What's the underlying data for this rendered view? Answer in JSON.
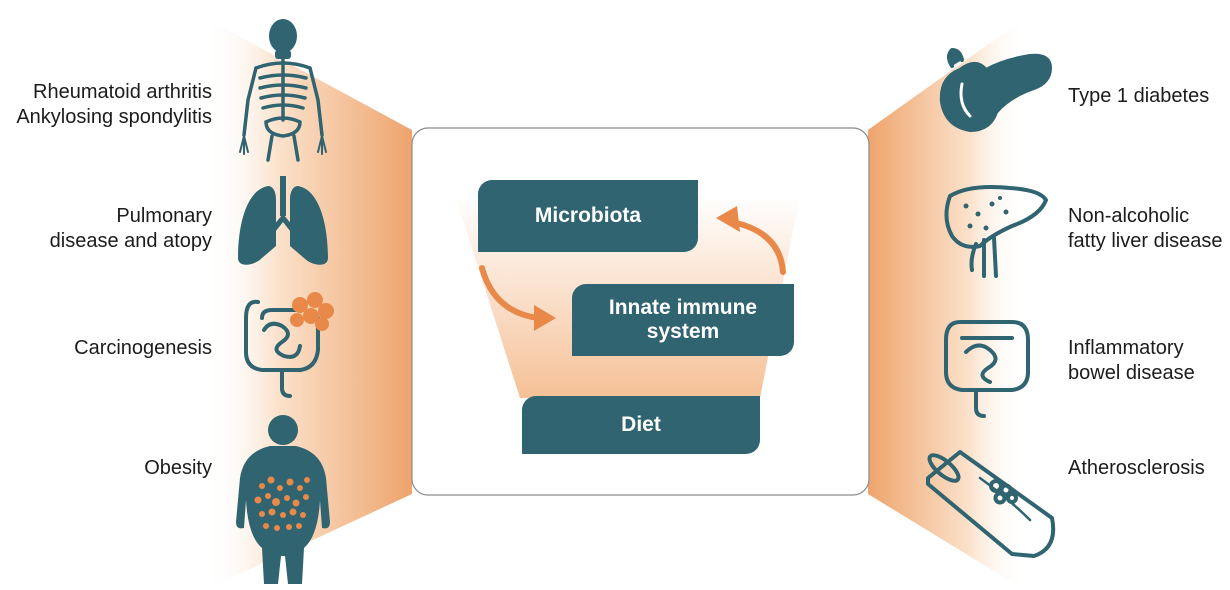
{
  "colors": {
    "teal": "#2f6470",
    "orange": "#e8894a",
    "glow": "#f2b98a"
  },
  "center": {
    "microbiota": "Microbiota",
    "innate_immune": [
      "Innate immune",
      "system"
    ],
    "diet": "Diet"
  },
  "left_items": [
    {
      "lines": [
        "Rheumatoid arthritis",
        "Ankylosing spondylitis"
      ],
      "icon": "skeleton-icon"
    },
    {
      "lines": [
        "Pulmonary",
        "disease and atopy"
      ],
      "icon": "lungs-icon"
    },
    {
      "lines": [
        "Carcinogenesis"
      ],
      "icon": "intestine-tumor-icon"
    },
    {
      "lines": [
        "Obesity"
      ],
      "icon": "obese-body-icon"
    }
  ],
  "right_items": [
    {
      "lines": [
        "Type 1 diabetes"
      ],
      "icon": "pancreas-icon"
    },
    {
      "lines": [
        "Non-alcoholic",
        "fatty liver disease"
      ],
      "icon": "liver-icon"
    },
    {
      "lines": [
        "Inflammatory",
        "bowel disease"
      ],
      "icon": "intestine-icon"
    },
    {
      "lines": [
        "Atherosclerosis"
      ],
      "icon": "artery-icon"
    }
  ]
}
